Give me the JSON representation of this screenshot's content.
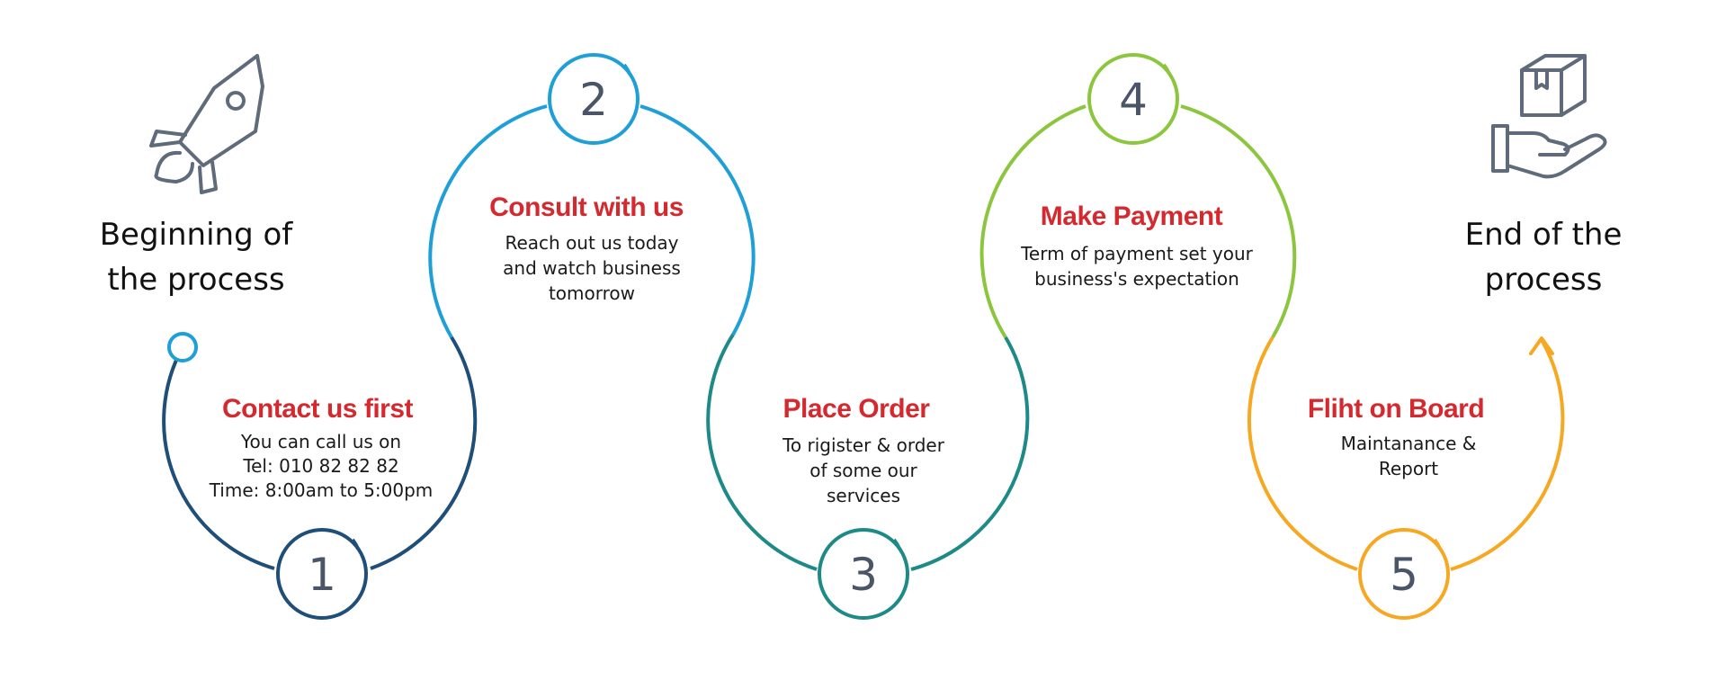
{
  "colors": {
    "step1": "#1f4e79",
    "step2": "#1e9fd8",
    "step3": "#1e8a88",
    "step4": "#8cc63f",
    "step5": "#f7a823",
    "title_red": "#d42a2f",
    "icon_gray": "#5f6b7a"
  },
  "start": {
    "icon": "rocket-icon",
    "line1": "Beginning of",
    "line2": "the process"
  },
  "end": {
    "icon": "hand-box-icon",
    "line1": "End of the",
    "line2": "process"
  },
  "steps": [
    {
      "number": "1",
      "title": "Contact us first",
      "lines": [
        "You can call us on",
        "Tel: 010 82 82 82",
        "Time: 8:00am to 5:00pm"
      ]
    },
    {
      "number": "2",
      "title": "Consult with us",
      "lines": [
        "Reach out us today",
        "and watch business",
        "tomorrow"
      ]
    },
    {
      "number": "3",
      "title": "Place Order",
      "lines": [
        "To rigister & order",
        "of some our",
        "services"
      ]
    },
    {
      "number": "4",
      "title": "Make Payment",
      "lines": [
        "Term of payment set your",
        "business's expectation"
      ]
    },
    {
      "number": "5",
      "title": "Fliht on Board",
      "lines": [
        "Maintanance &",
        "Report"
      ]
    }
  ]
}
